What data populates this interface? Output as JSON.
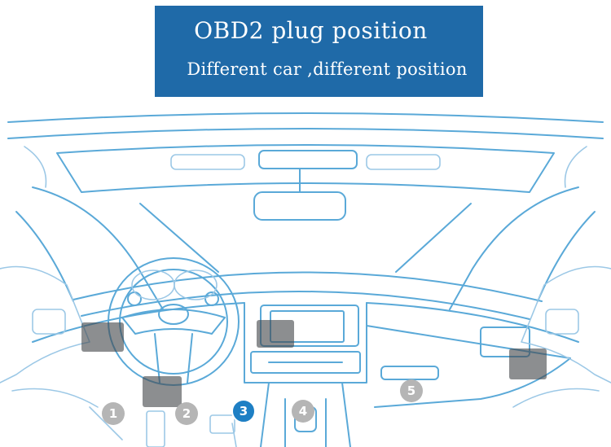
{
  "banner": {
    "title": "OBD2 plug position",
    "subtitle": "Different car ,different position",
    "background_color": "#1f6aa8"
  },
  "illustration": {
    "line_color": "#5aa9d8",
    "marker_color": "#46484c",
    "badges": [
      {
        "label": "1",
        "color": "#b5b5b5",
        "highlighted": false
      },
      {
        "label": "2",
        "color": "#b5b5b5",
        "highlighted": false
      },
      {
        "label": "3",
        "color": "#1e7fc4",
        "highlighted": true
      },
      {
        "label": "4",
        "color": "#b5b5b5",
        "highlighted": false
      },
      {
        "label": "5",
        "color": "#b5b5b5",
        "highlighted": false
      }
    ]
  }
}
